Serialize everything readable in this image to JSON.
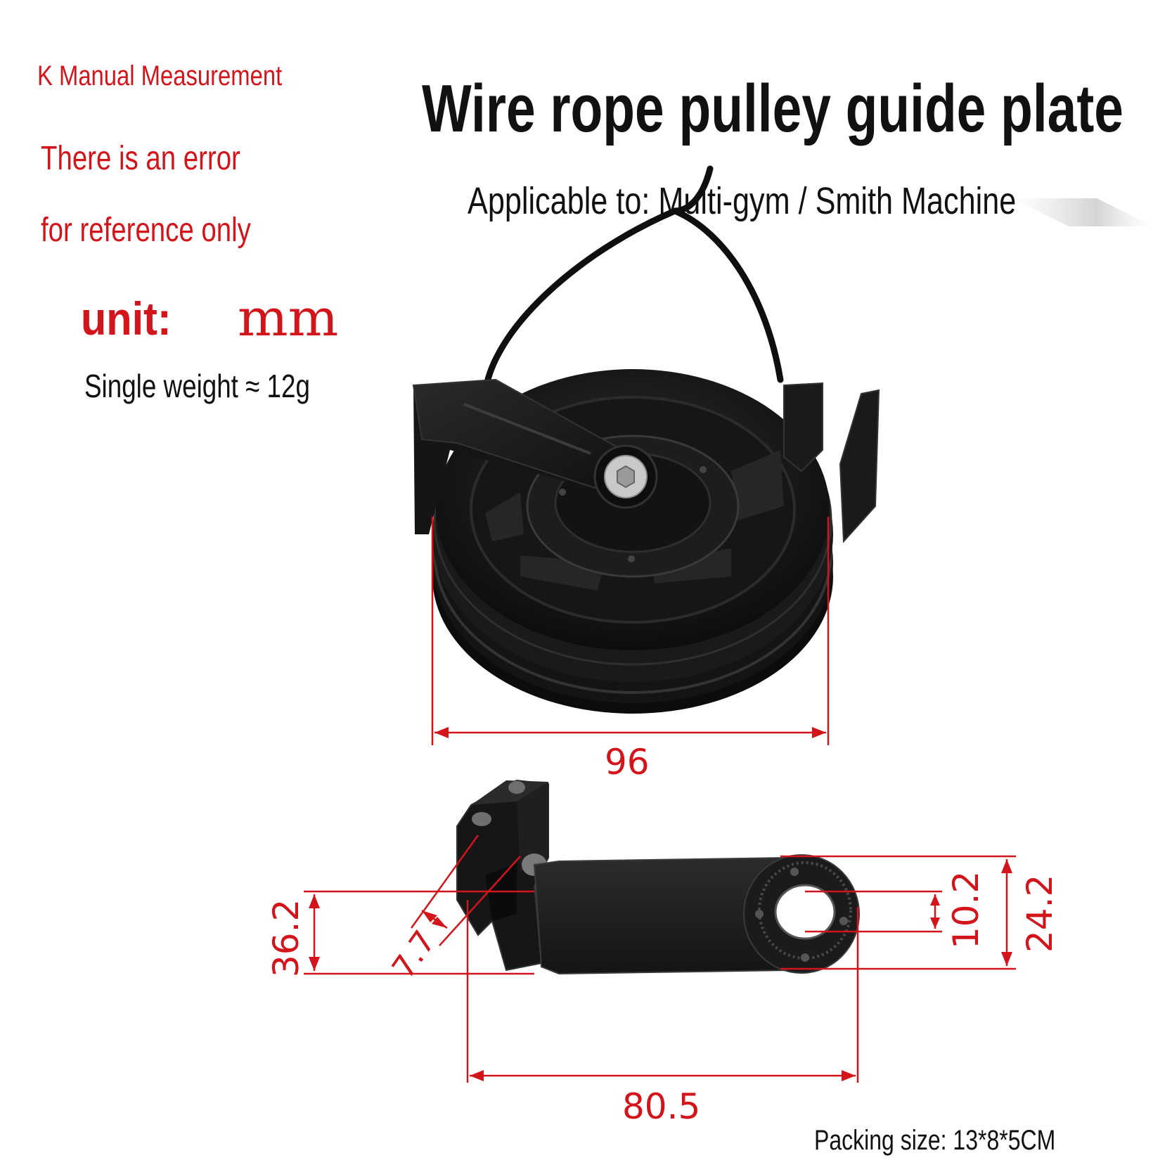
{
  "notes": {
    "line1": "K Manual Measurement",
    "line2": "There is an error",
    "line3": "for reference only",
    "unit_label": "unit:",
    "unit_value": "mm",
    "weight": "Single weight ≈ 12g"
  },
  "title": "Wire rope pulley guide plate",
  "subtitle": "Applicable to: Multi-gym / Smith Machine",
  "dimensions": {
    "pulley_diameter": "96",
    "plate_length": "80.5",
    "bend_height": "36.2",
    "slot_width": "7.7",
    "hole_diameter": "10.2",
    "plate_width": "24.2"
  },
  "packing": "Packing size: 13*8*5CM",
  "colors": {
    "accent_red": "#d3141b",
    "text_black": "#111111",
    "part_black": "#1b1b1b"
  }
}
